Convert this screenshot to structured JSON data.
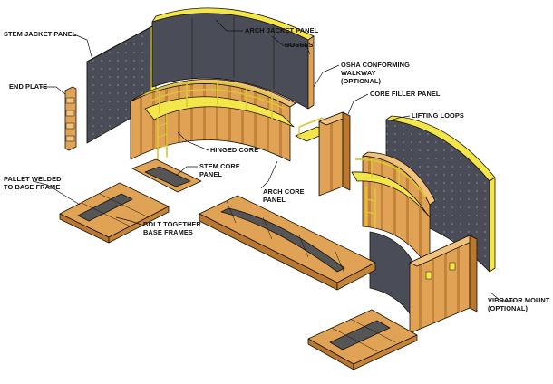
{
  "diagram": {
    "labels": {
      "stem_jacket_panel": "STEM JACKET PANEL",
      "end_plate": "END PLATE",
      "arch_jacket_panel": "ARCH JACKET PANEL",
      "bosses": "BOSSES",
      "osha_walkway_1": "OSHA CONFORMING",
      "osha_walkway_2": "WALKWAY",
      "osha_walkway_3": "(OPTIONAL)",
      "core_filler_panel": "CORE FILLER PANEL",
      "lifting_loops": "LIFTING LOOPS",
      "hinged_core": "HINGED CORE",
      "stem_core_panel_1": "STEM CORE",
      "stem_core_panel_2": "PANEL",
      "pallet_welded_1": "PALLET WELDED",
      "pallet_welded_2": "TO BASE FRAME",
      "bolt_together_1": "BOLT TOGETHER",
      "bolt_together_2": "BASE FRAMES",
      "arch_core_panel_1": "ARCH CORE",
      "arch_core_panel_2": "PANEL",
      "vibrator_mount_1": "VIBRATOR MOUNT",
      "vibrator_mount_2": "(OPTIONAL)"
    },
    "colors": {
      "wood": "#e0a255",
      "wood_dark": "#b9772f",
      "wood_light": "#f0c27c",
      "steel_face": "#4a4c58",
      "steel_face_light": "#62646f",
      "yellow": "#f2e64b",
      "yellow_dark": "#c9b92a",
      "pallet": "#555555"
    },
    "icons": [
      "stem-jacket-panel",
      "end-plate",
      "arch-jacket-panel",
      "hinged-core",
      "walkway",
      "core-filler-panel",
      "base-frame",
      "vibrator-mount"
    ]
  }
}
